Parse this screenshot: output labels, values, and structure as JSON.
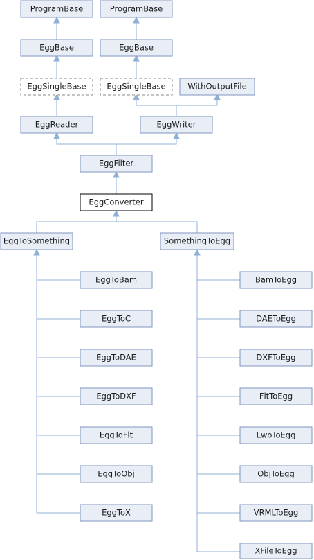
{
  "nodes": {
    "program_base_1": "ProgramBase",
    "program_base_2": "ProgramBase",
    "egg_base_1": "EggBase",
    "egg_base_2": "EggBase",
    "egg_single_base_1": "EggSingleBase",
    "egg_single_base_2": "EggSingleBase",
    "with_output_file": "WithOutputFile",
    "egg_reader": "EggReader",
    "egg_writer": "EggWriter",
    "egg_filter": "EggFilter",
    "egg_converter": "EggConverter",
    "egg_to_something": "EggToSomething",
    "something_to_egg": "SomethingToEgg",
    "egg_to_bam": "EggToBam",
    "egg_to_c": "EggToC",
    "egg_to_dae": "EggToDAE",
    "egg_to_dxf": "EggToDXF",
    "egg_to_flt": "EggToFlt",
    "egg_to_obj": "EggToObj",
    "egg_to_x": "EggToX",
    "bam_to_egg": "BamToEgg",
    "dae_to_egg": "DAEToEgg",
    "dxf_to_egg": "DXFToEgg",
    "flt_to_egg": "FltToEgg",
    "lwo_to_egg": "LwoToEgg",
    "obj_to_egg": "ObjToEgg",
    "vrml_to_egg": "VRMLToEgg",
    "xfile_to_egg": "XFileToEgg"
  }
}
